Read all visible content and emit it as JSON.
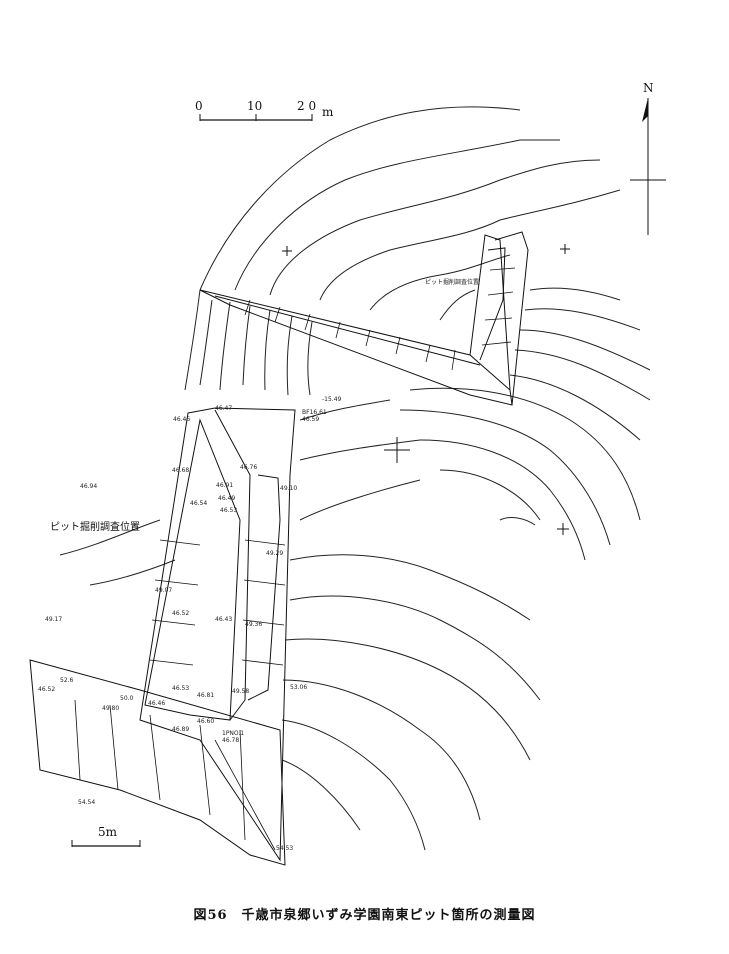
{
  "caption": "図56　千歳市泉郷いずみ学園南東ピット箇所の測量図",
  "north_label": "N",
  "scale_bar_main": {
    "ticks": [
      "0",
      "10",
      "2 0"
    ],
    "unit": "m"
  },
  "scale_bar_detail": "5m",
  "label_pit_survey": "ピット掘削調査位置",
  "label_pit_survey_small": "ピット掘削調査位置",
  "elevations": {
    "e1": "46.46",
    "e2": "46.47",
    "e3": "46.68",
    "e4": "BF16.61",
    "e5": "46.59",
    "e6": "-15.49",
    "e7": "46.94",
    "e8": "46.76",
    "e9": "46.91",
    "e10": "46.49",
    "e11": "46.54",
    "e12": "46.53",
    "e13": "49.10",
    "e14": "49.29",
    "e15": "49.07",
    "e16": "46.52",
    "e17": "49.17",
    "e18": "46.43",
    "e19": "49.36",
    "e20": "46.53",
    "e21": "46.81",
    "e22": "49.58",
    "e23": "53.06",
    "e24": "46.52",
    "e25": "46.46",
    "e26": "49.80",
    "e27": "46.89",
    "e28": "46.60",
    "e29": "1PNO.1",
    "e30": "46.78",
    "e31": "54.54",
    "e32": "54.53",
    "e33": "52.6",
    "e34": "50.0"
  }
}
